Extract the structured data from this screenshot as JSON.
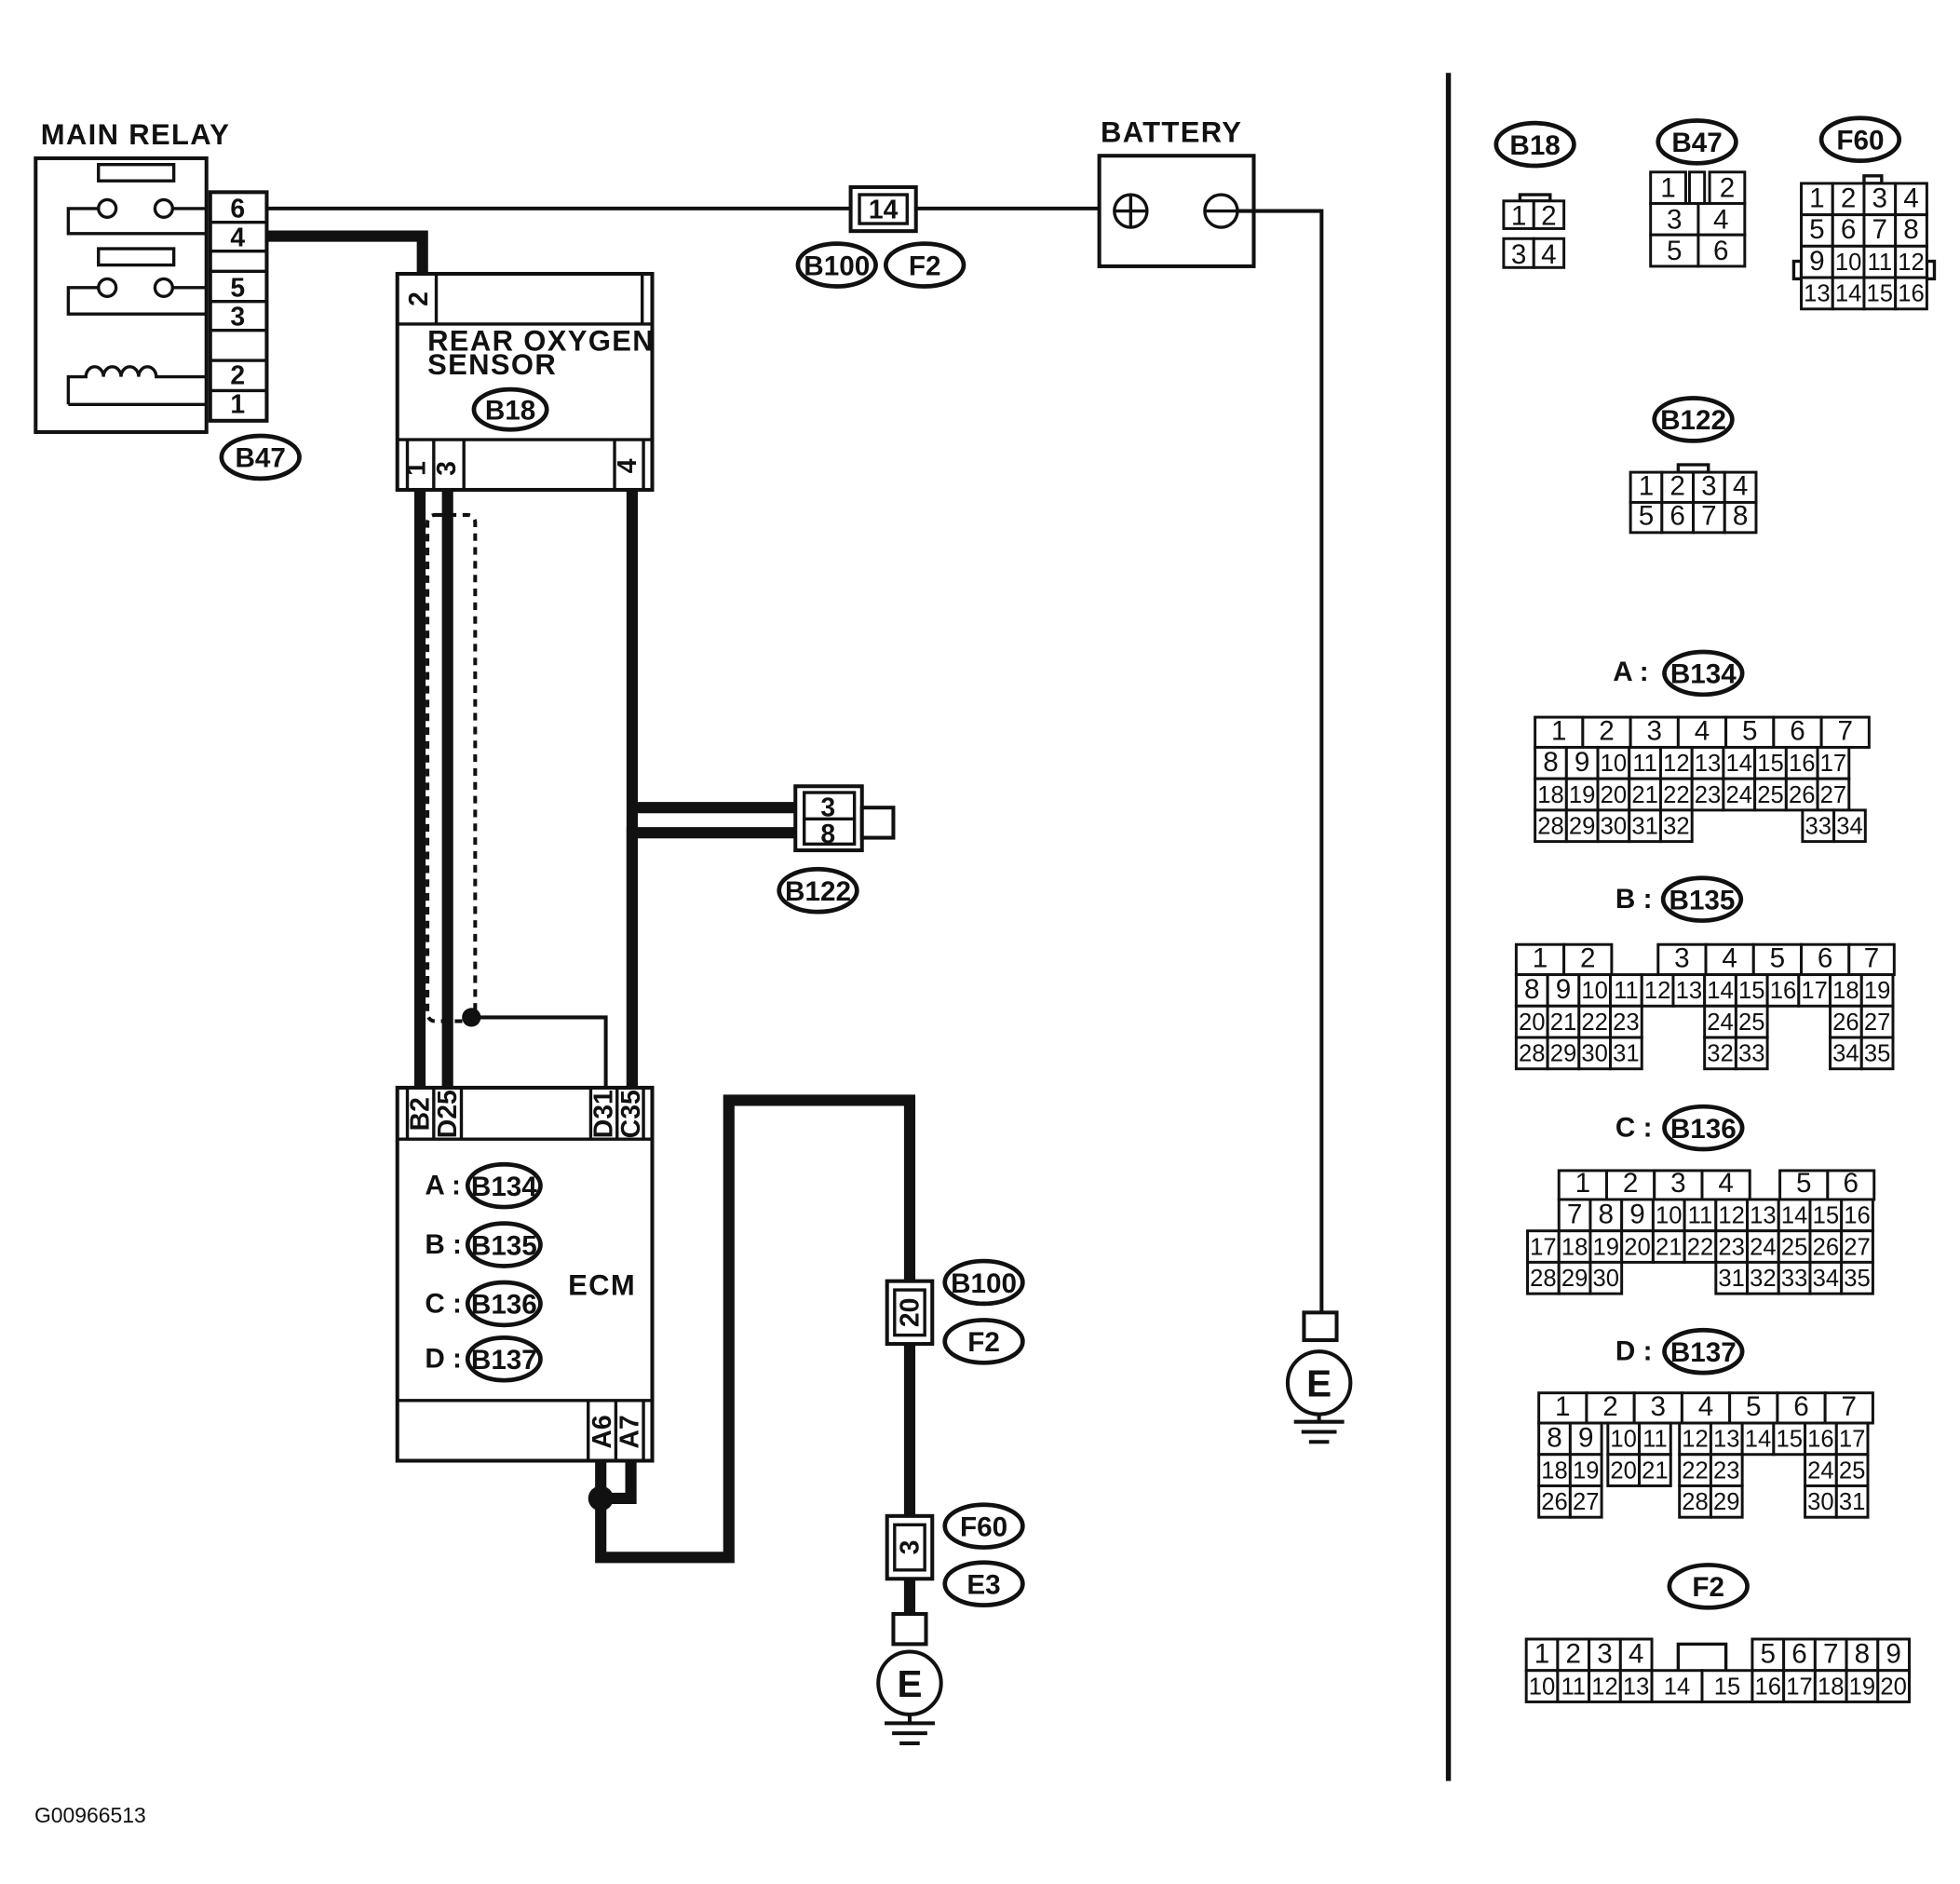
{
  "labels": {
    "main_relay": "MAIN RELAY",
    "battery": "BATTERY",
    "rear_o2_line1": "REAR OXYGEN",
    "rear_o2_line2": "SENSOR",
    "ecm": "ECM",
    "figure_id": "G00966513"
  },
  "connectors": {
    "b47": "B47",
    "b18": "B18",
    "b100": "B100",
    "f2": "F2",
    "b122": "B122",
    "f60": "F60",
    "e3": "E3",
    "b134": "B134",
    "b135": "B135",
    "b136": "B136",
    "b137": "B137"
  },
  "ground_symbol": "E",
  "ecm_connectors": [
    {
      "letter": "A :",
      "tag": "B134"
    },
    {
      "letter": "B :",
      "tag": "B135"
    },
    {
      "letter": "C :",
      "tag": "B136"
    },
    {
      "letter": "D :",
      "tag": "B137"
    }
  ],
  "pins": {
    "relay": [
      "6",
      "4",
      "5",
      "3",
      "2",
      "1"
    ],
    "sensor_top": "2",
    "sensor_bottom": [
      "1",
      "3",
      "4"
    ],
    "ecm_top": [
      "B2",
      "D25",
      "D31",
      "C35"
    ],
    "ecm_bottom": [
      "A6",
      "A7"
    ],
    "b100_top": "14",
    "b100_bottom": "20",
    "b122": [
      "3",
      "8"
    ],
    "f60": "3"
  },
  "legend": {
    "b18": {
      "tag": "B18",
      "rows": [
        [
          "1",
          "2"
        ],
        [
          "3",
          "4"
        ]
      ]
    },
    "b47": {
      "tag": "B47",
      "rows": [
        [
          "1",
          "",
          "2"
        ],
        [
          "3",
          "4"
        ],
        [
          "5",
          "6"
        ]
      ]
    },
    "f60": {
      "tag": "F60",
      "rows": [
        [
          "1",
          "2",
          "3",
          "4"
        ],
        [
          "5",
          "6",
          "7",
          "8"
        ],
        [
          "9",
          "10",
          "11",
          "12"
        ],
        [
          "13",
          "14",
          "15",
          "16"
        ]
      ]
    },
    "b122": {
      "tag": "B122",
      "rows": [
        [
          "1",
          "2",
          "3",
          "4"
        ],
        [
          "5",
          "6",
          "7",
          "8"
        ]
      ]
    },
    "a": {
      "prefix": "A :",
      "tag": "B134",
      "rows": [
        [
          "1",
          "2",
          "3",
          "4",
          "5",
          "6",
          "7"
        ],
        [
          "8",
          "9",
          "10",
          "11",
          "12",
          "13",
          "14",
          "15",
          "16",
          "17"
        ],
        [
          "18",
          "19",
          "20",
          "21",
          "22",
          "23",
          "24",
          "25",
          "26",
          "27"
        ],
        [
          "28",
          "29",
          "30",
          "31",
          "32",
          "33",
          "34"
        ]
      ]
    },
    "b": {
      "prefix": "B :",
      "tag": "B135",
      "rows": [
        [
          "1",
          "2",
          "3",
          "4",
          "5",
          "6",
          "7"
        ],
        [
          "8",
          "9",
          "10",
          "11",
          "12",
          "13",
          "14",
          "15",
          "16",
          "17",
          "18",
          "19"
        ],
        [
          "20",
          "21",
          "22",
          "23",
          "24",
          "25",
          "26",
          "27"
        ],
        [
          "28",
          "29",
          "30",
          "31",
          "32",
          "33",
          "34",
          "35"
        ]
      ]
    },
    "c": {
      "prefix": "C :",
      "tag": "B136",
      "rows": [
        [
          "1",
          "2",
          "3",
          "4",
          "5",
          "6"
        ],
        [
          "7",
          "8",
          "9",
          "10",
          "11",
          "12",
          "13",
          "14",
          "15",
          "16"
        ],
        [
          "17",
          "18",
          "19",
          "20",
          "21",
          "22",
          "23",
          "24",
          "25",
          "26",
          "27"
        ],
        [
          "28",
          "29",
          "30",
          "31",
          "32",
          "33",
          "34",
          "35"
        ]
      ]
    },
    "d": {
      "prefix": "D :",
      "tag": "B137",
      "rows": [
        [
          "1",
          "2",
          "3",
          "4",
          "5",
          "6",
          "7"
        ],
        [
          "8",
          "9",
          "10",
          "11",
          "12",
          "13",
          "14",
          "15",
          "16",
          "17"
        ],
        [
          "18",
          "19",
          "20",
          "21",
          "22",
          "23",
          "24",
          "25"
        ],
        [
          "26",
          "27",
          "28",
          "29",
          "30",
          "31"
        ]
      ]
    },
    "f2": {
      "tag": "F2",
      "rows": [
        [
          "1",
          "2",
          "3",
          "4",
          "5",
          "6",
          "7",
          "8",
          "9"
        ],
        [
          "10",
          "11",
          "12",
          "13",
          "14",
          "15",
          "16",
          "17",
          "18",
          "19",
          "20"
        ]
      ]
    }
  }
}
